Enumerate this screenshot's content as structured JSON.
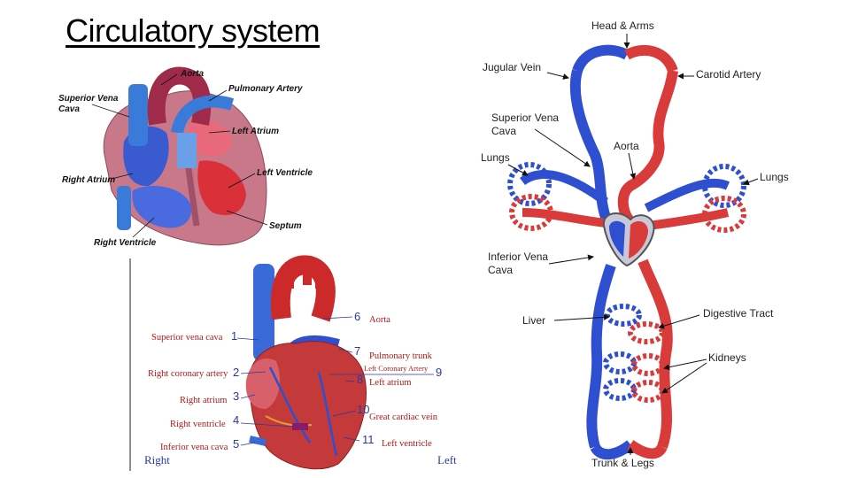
{
  "slide": {
    "title": "Circulatory system"
  },
  "heart_diagram_1": {
    "labels": {
      "aorta": "Aorta",
      "pulmonary_artery": "Pulmonary Artery",
      "superior_vena_cava_line1": "Superior Vena",
      "superior_vena_cava_line2": "Cava",
      "left_atrium": "Left Atrium",
      "right_atrium": "Right Atrium",
      "left_ventricle": "Left Ventricle",
      "septum": "Septum",
      "right_ventricle": "Right Ventricle"
    }
  },
  "heart_diagram_2": {
    "labels": {
      "superior_vena_cava": "Superior vena cava",
      "right_coronary_artery": "Right coronary artery",
      "right_atrium": "Right atrium",
      "right_ventricle": "Right ventricle",
      "inferior_vena_cava": "Inferior vena cava",
      "aorta": "Aorta",
      "pulmonary_trunk": "Pulmonary trunk",
      "left_coronary_artery": "Left Coronary Artery",
      "left_atrium": "Left atrium",
      "great_cardiac_vein": "Great cardiac vein",
      "left_ventricle": "Left ventricle"
    },
    "numbers": {
      "n1": "1",
      "n2": "2",
      "n3": "3",
      "n4": "4",
      "n5": "5",
      "n6": "6",
      "n7": "7",
      "n8": "8",
      "n9": "9",
      "n10": "10",
      "n11": "11"
    },
    "sides": {
      "right": "Right",
      "left": "Left"
    }
  },
  "circulation_diagram": {
    "labels": {
      "head_arms": "Head & Arms",
      "jugular_vein": "Jugular Vein",
      "carotid_artery": "Carotid Artery",
      "superior_vena_line1": "Superior Vena",
      "superior_vena_line2": "Cava",
      "aorta": "Aorta",
      "lungs_left": "Lungs",
      "lungs_right": "Lungs",
      "inferior_vena_line1": "Inferior Vena",
      "inferior_vena_line2": "Cava",
      "liver": "Liver",
      "digestive_tract": "Digestive Tract",
      "kidneys": "Kidneys",
      "trunk_legs": "Trunk & Legs"
    }
  },
  "colors": {
    "artery_red": "#d93a3a",
    "vein_blue": "#2f4fd1",
    "heart_pink": "#c9788a"
  }
}
